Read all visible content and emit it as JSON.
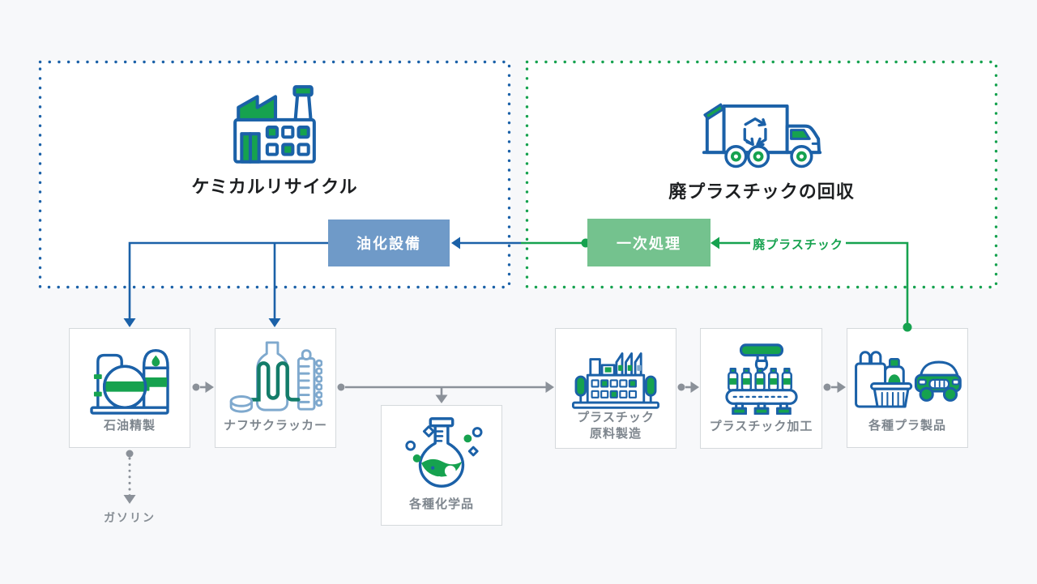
{
  "page": {
    "background": "#f7f8fa"
  },
  "colors": {
    "line_blue": "#1b61a8",
    "line_green": "#16a24f",
    "oil_node_bg": "#6f9ac8",
    "primary_node_bg": "#74c28e",
    "arrow_gray": "#8b9199",
    "stage_label_gray": "#7e868e",
    "title_dark": "#1d1f21"
  },
  "sections": {
    "chemical_recycling": {
      "title": "ケミカルリサイクル",
      "icon": "factory-icon"
    },
    "waste_collection": {
      "title": "廃プラスチックの回収",
      "icon": "recycle-truck-icon"
    }
  },
  "process_nodes": {
    "oil_conversion": {
      "label": "油化設備"
    },
    "primary_treatment": {
      "label": "一次処理"
    }
  },
  "flow_labels": {
    "waste_plastic": "廃プラスチック",
    "gasoline": "ガソリン"
  },
  "stages": [
    {
      "label": "石油精製",
      "icon": "oil-refinery-icon"
    },
    {
      "label": "ナフサクラッカー",
      "icon": "naphtha-cracker-icon"
    },
    {
      "label": "各種化学品",
      "icon": "chemical-flask-icon"
    },
    {
      "label": "プラスチック\n原料製造",
      "icon": "plastics-factory-icon"
    },
    {
      "label": "プラスチック加工",
      "icon": "plastic-processing-icon"
    },
    {
      "label": "各種プラ製品",
      "icon": "plastic-products-icon"
    }
  ]
}
